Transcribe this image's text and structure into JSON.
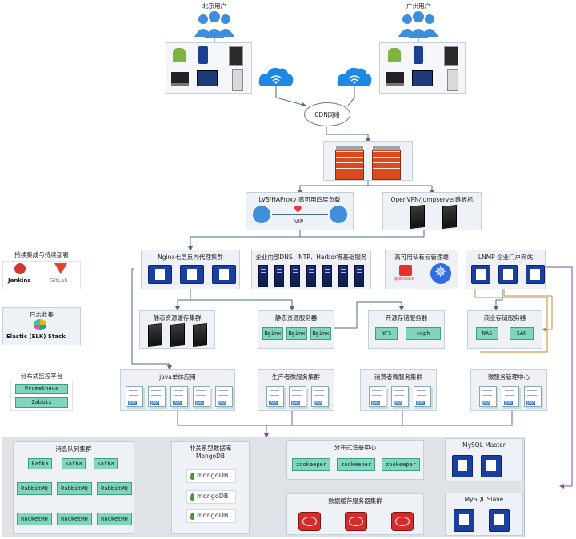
{
  "users": {
    "beijing": "北京用户",
    "guangzhou": "广州用户"
  },
  "network": {
    "cdn": "CDN网络",
    "lvs": "LVS/HAProxy 高可用四层负载",
    "vip": "VIP",
    "openvpn": "OpenVPN/Jumpserver跳板机"
  },
  "sections": {
    "nginx": "Nginx七层反向代理集群",
    "infra": "企业内部DNS、NTP、Harbor等基础服务",
    "private_cloud": "高可用私有云管理端",
    "lnmp": "LNMP 企业门户网站",
    "static_cache": "静态资源缓存集群",
    "static_server": "静态资源服务器",
    "open_storage": "开源存储服务器",
    "commercial_storage": "商业存储服务器",
    "java_app": "java单体应用",
    "producer": "生产者微服务集群",
    "consumer": "消费者微服务集群",
    "service_center": "微服务管理中心",
    "mq": "消息队列集群",
    "nosql": "非关系型数据库\nMongoDB",
    "registry": "分布式注册中心",
    "cache_cluster": "数据缓存服务器集群",
    "mysql_master": "MySQL Master",
    "mysql_slave": "MySQL Slave"
  },
  "static_server_items": [
    "Nginx",
    "Nginx",
    "Nginx"
  ],
  "open_storage_items": [
    "NFS",
    "ceph"
  ],
  "commercial_storage_items": [
    "NAS",
    "SAN"
  ],
  "mq_rows": [
    [
      "kafka",
      "kafka",
      "kafka"
    ],
    [
      "RabbitMQ",
      "RabbitMQ",
      "RabbitMQ"
    ],
    [
      "RocketMQ",
      "RocketMQ",
      "RocketMQ"
    ]
  ],
  "mongo_label": "mongoDB",
  "zk_items": [
    "zookeeper",
    "zookeeper",
    "zookeeper"
  ],
  "doc_tag": "JAVA",
  "openstack_label": "openstack",
  "left_panels": {
    "ci_title": "持续集成与持续部署",
    "jenkins": "Jenkins",
    "gitlab": "GitLab",
    "log_title": "日志收集",
    "elk": "Elastic (ELK) Stack",
    "monitor_title": "分布式监控平台",
    "prometheus": "Prometheus",
    "zabbix": "Zabbix"
  },
  "colors": {
    "line": "#4d6b8a",
    "purple": "#8e4aa8",
    "orange": "#c98a2b",
    "green_box": "#7fd6bb",
    "panel": "#eef2f7"
  }
}
